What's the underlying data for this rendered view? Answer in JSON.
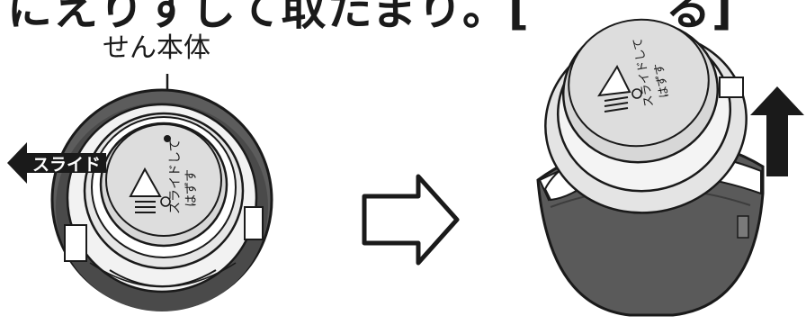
{
  "heading": {
    "left_fragment": "にえりすして取たまり。[",
    "right_fragment": "る]"
  },
  "part_label": "せん本体",
  "slide_label": "スライド",
  "cap_text": {
    "line1": "スライドして",
    "line2": "はずす"
  },
  "colors": {
    "ink": "#1a1a1a",
    "cap": "#d9d9d9",
    "body": "#5a5a5a",
    "rim": "#3d3d3d"
  }
}
